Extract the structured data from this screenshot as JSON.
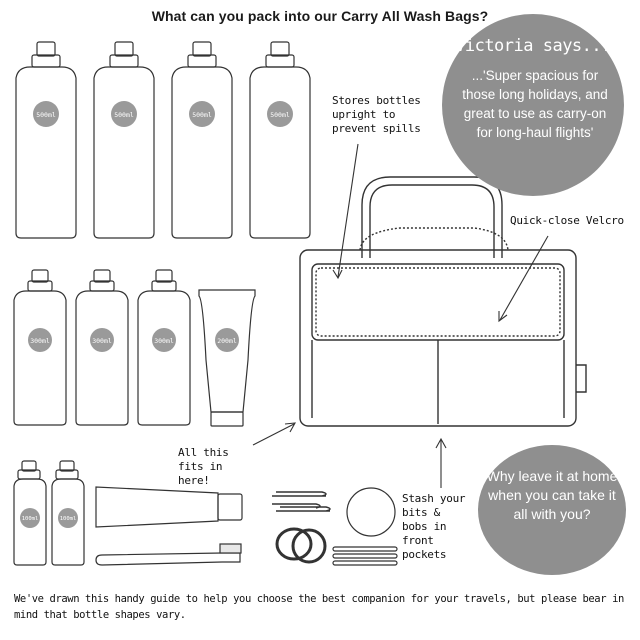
{
  "title": "What can you pack into our Carry All Wash Bags?",
  "victoria": {
    "name": "Victoria says...",
    "quote": "...'Super spacious for those long holidays, and great to use as carry-on for long-haul flights'"
  },
  "why_bubble": "Why leave it at home when you can take it all with you?",
  "annotations": {
    "stores": "Stores bottles upright to prevent spills",
    "velcro": "Quick-close Velcro",
    "fits": "All this fits in here!",
    "stash": "Stash your bits & bobs in front pockets"
  },
  "bottle_labels": {
    "row1": [
      "500ml",
      "500ml",
      "500ml",
      "500ml"
    ],
    "row2": [
      "300ml",
      "300ml",
      "300ml",
      "200ml"
    ],
    "row3": [
      "100ml",
      "100ml"
    ]
  },
  "footer": "We've drawn this handy guide to help you choose the best companion for your travels, but please bear in mind that bottle shapes vary.",
  "colors": {
    "bubble": "#8f8f8f",
    "label_circle": "#9a9a9a",
    "line": "#333333"
  }
}
